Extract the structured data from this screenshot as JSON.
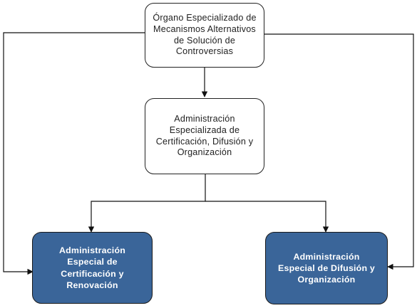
{
  "nodes": {
    "top": {
      "label": "Órgano Especializado de Mecanismos Alternativos de Solución de Controversias",
      "style": "white"
    },
    "middle": {
      "label": "Administración Especializada de Certificación, Difusión y Organización",
      "style": "white"
    },
    "bottom_left": {
      "label": "Administración Especial de Certificación y Renovación",
      "style": "blue"
    },
    "bottom_right": {
      "label": "Administración Especial de Difusión y Organización",
      "style": "blue"
    }
  },
  "edges": [
    {
      "from": "top",
      "to": "middle"
    },
    {
      "from": "middle",
      "to": "bottom_left"
    },
    {
      "from": "middle",
      "to": "bottom_right"
    },
    {
      "from": "top",
      "to": "bottom_left"
    },
    {
      "from": "top",
      "to": "bottom_right"
    }
  ],
  "colors": {
    "blue_box": "#3a6599",
    "line": "#111111"
  }
}
